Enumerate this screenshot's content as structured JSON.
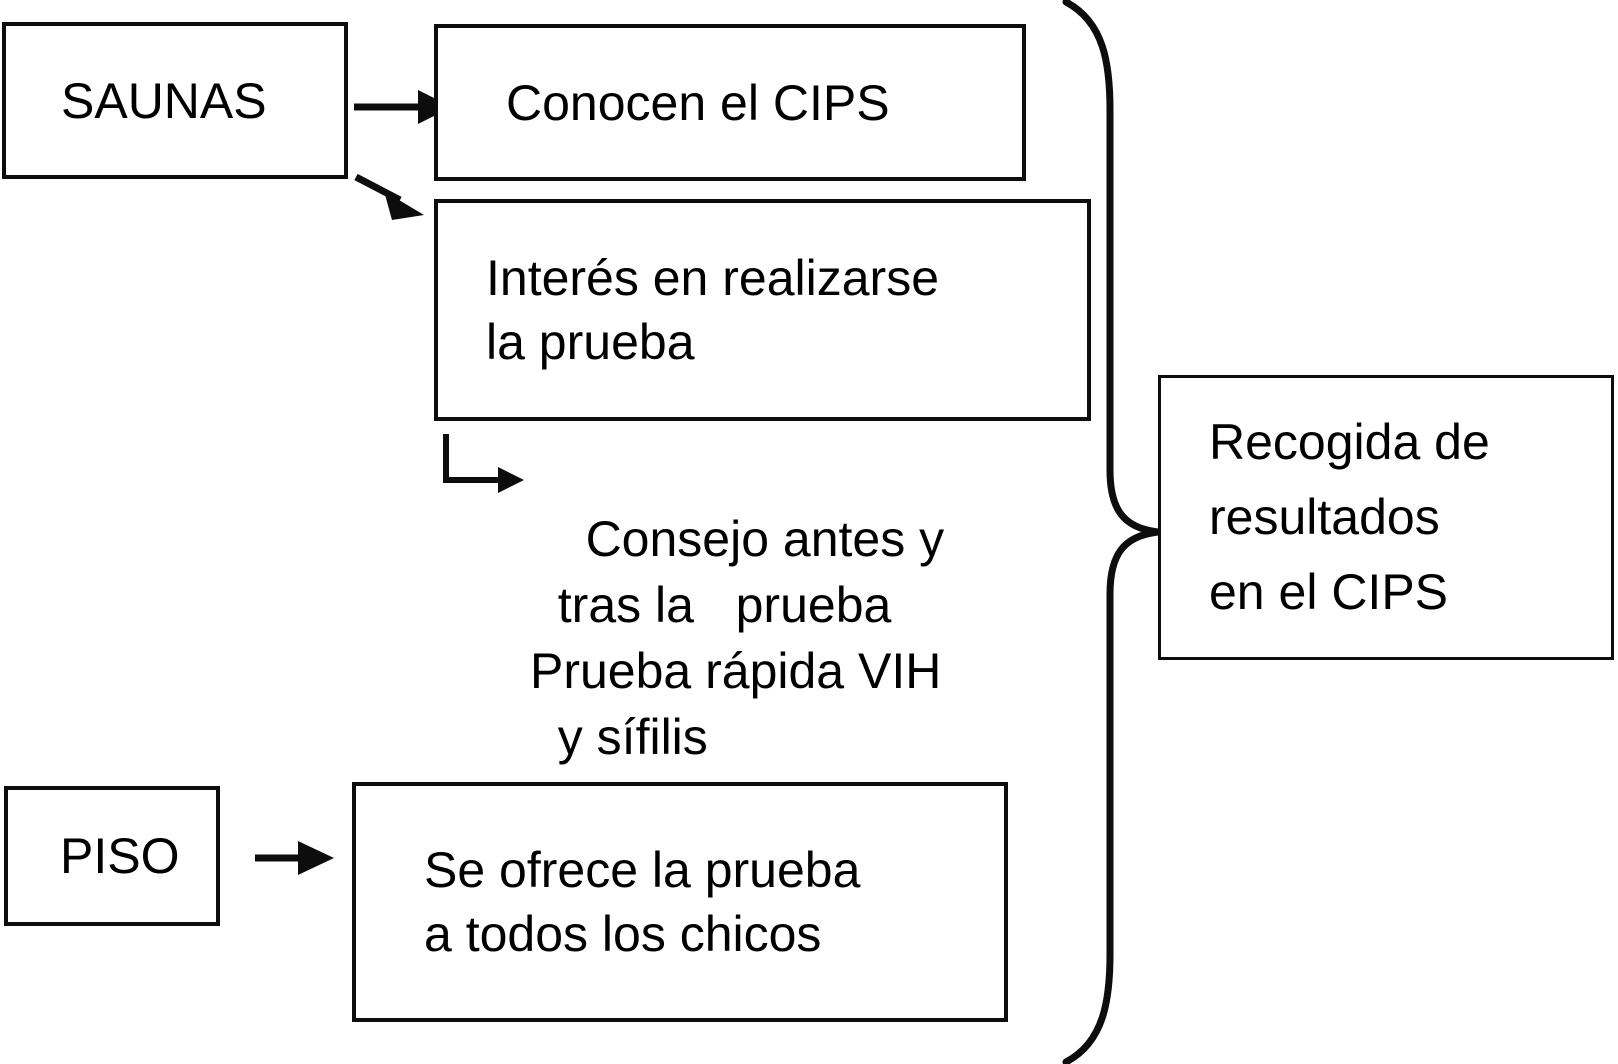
{
  "diagram": {
    "title": "Flujo de cribado de VIH y sifilis en saunas y pisos",
    "language": "es",
    "background_color": "#ffffff",
    "line_color": "#0d0d0d",
    "text_color": "#000000"
  },
  "nodes": {
    "saunas": {
      "label": "SAUNAS",
      "shape": "rectangle"
    },
    "conocen_cips": {
      "label": "Conocen el CIPS",
      "shape": "rectangle"
    },
    "interes_prueba": {
      "label": "Interés en realizarse\nla prueba",
      "shape": "rectangle"
    },
    "consejo": {
      "label": "Consejo antes y\n  tras la   prueba\nPrueba rápida VIH\n  y sífilis",
      "shape": "text"
    },
    "piso": {
      "label": "PISO",
      "shape": "rectangle"
    },
    "se_ofrece": {
      "label": "Se ofrece la prueba\na todos los chicos",
      "shape": "rectangle"
    },
    "recogida": {
      "label": "Recogida de\nresultados\nen el CIPS",
      "shape": "rectangle"
    }
  },
  "edges": [
    {
      "id": "saunas-to-conocen",
      "from": "saunas",
      "to": "conocen_cips",
      "style": "straight-arrow",
      "label": ""
    },
    {
      "id": "saunas-to-interes",
      "from": "saunas",
      "to": "interes_prueba",
      "style": "diagonal-arrow",
      "label": ""
    },
    {
      "id": "interes-to-consejo",
      "from": "interes_prueba",
      "to": "consejo",
      "style": "elbow-arrow",
      "label": ""
    },
    {
      "id": "piso-to-seofrece",
      "from": "piso",
      "to": "se_ofrece",
      "style": "straight-arrow",
      "label": ""
    },
    {
      "id": "all-to-recogida",
      "from": "all-left-branches",
      "to": "recogida",
      "style": "curly-brace",
      "label": ""
    }
  ]
}
